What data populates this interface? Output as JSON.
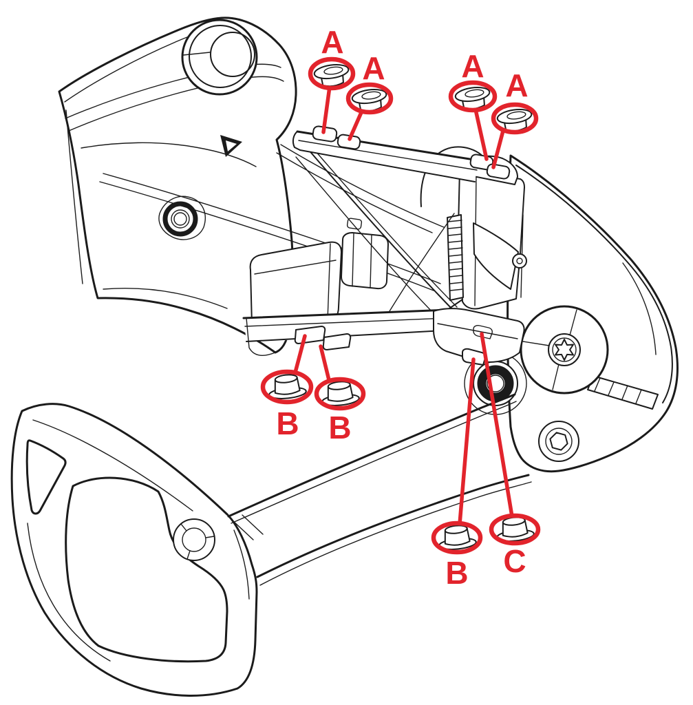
{
  "diagram": {
    "subject": "rear-derailleur fastener callout diagram",
    "background_color": "#ffffff",
    "line_color": "#1b1b1b",
    "callout_color": "#e2242c",
    "callout_counts": {
      "A": 4,
      "B": 3,
      "C": 1
    }
  },
  "callouts": [
    {
      "id": "A1",
      "label": "A"
    },
    {
      "id": "A2",
      "label": "A"
    },
    {
      "id": "A3",
      "label": "A"
    },
    {
      "id": "A4",
      "label": "A"
    },
    {
      "id": "B1",
      "label": "B"
    },
    {
      "id": "B2",
      "label": "B"
    },
    {
      "id": "B3",
      "label": "B"
    },
    {
      "id": "C1",
      "label": "C"
    }
  ]
}
